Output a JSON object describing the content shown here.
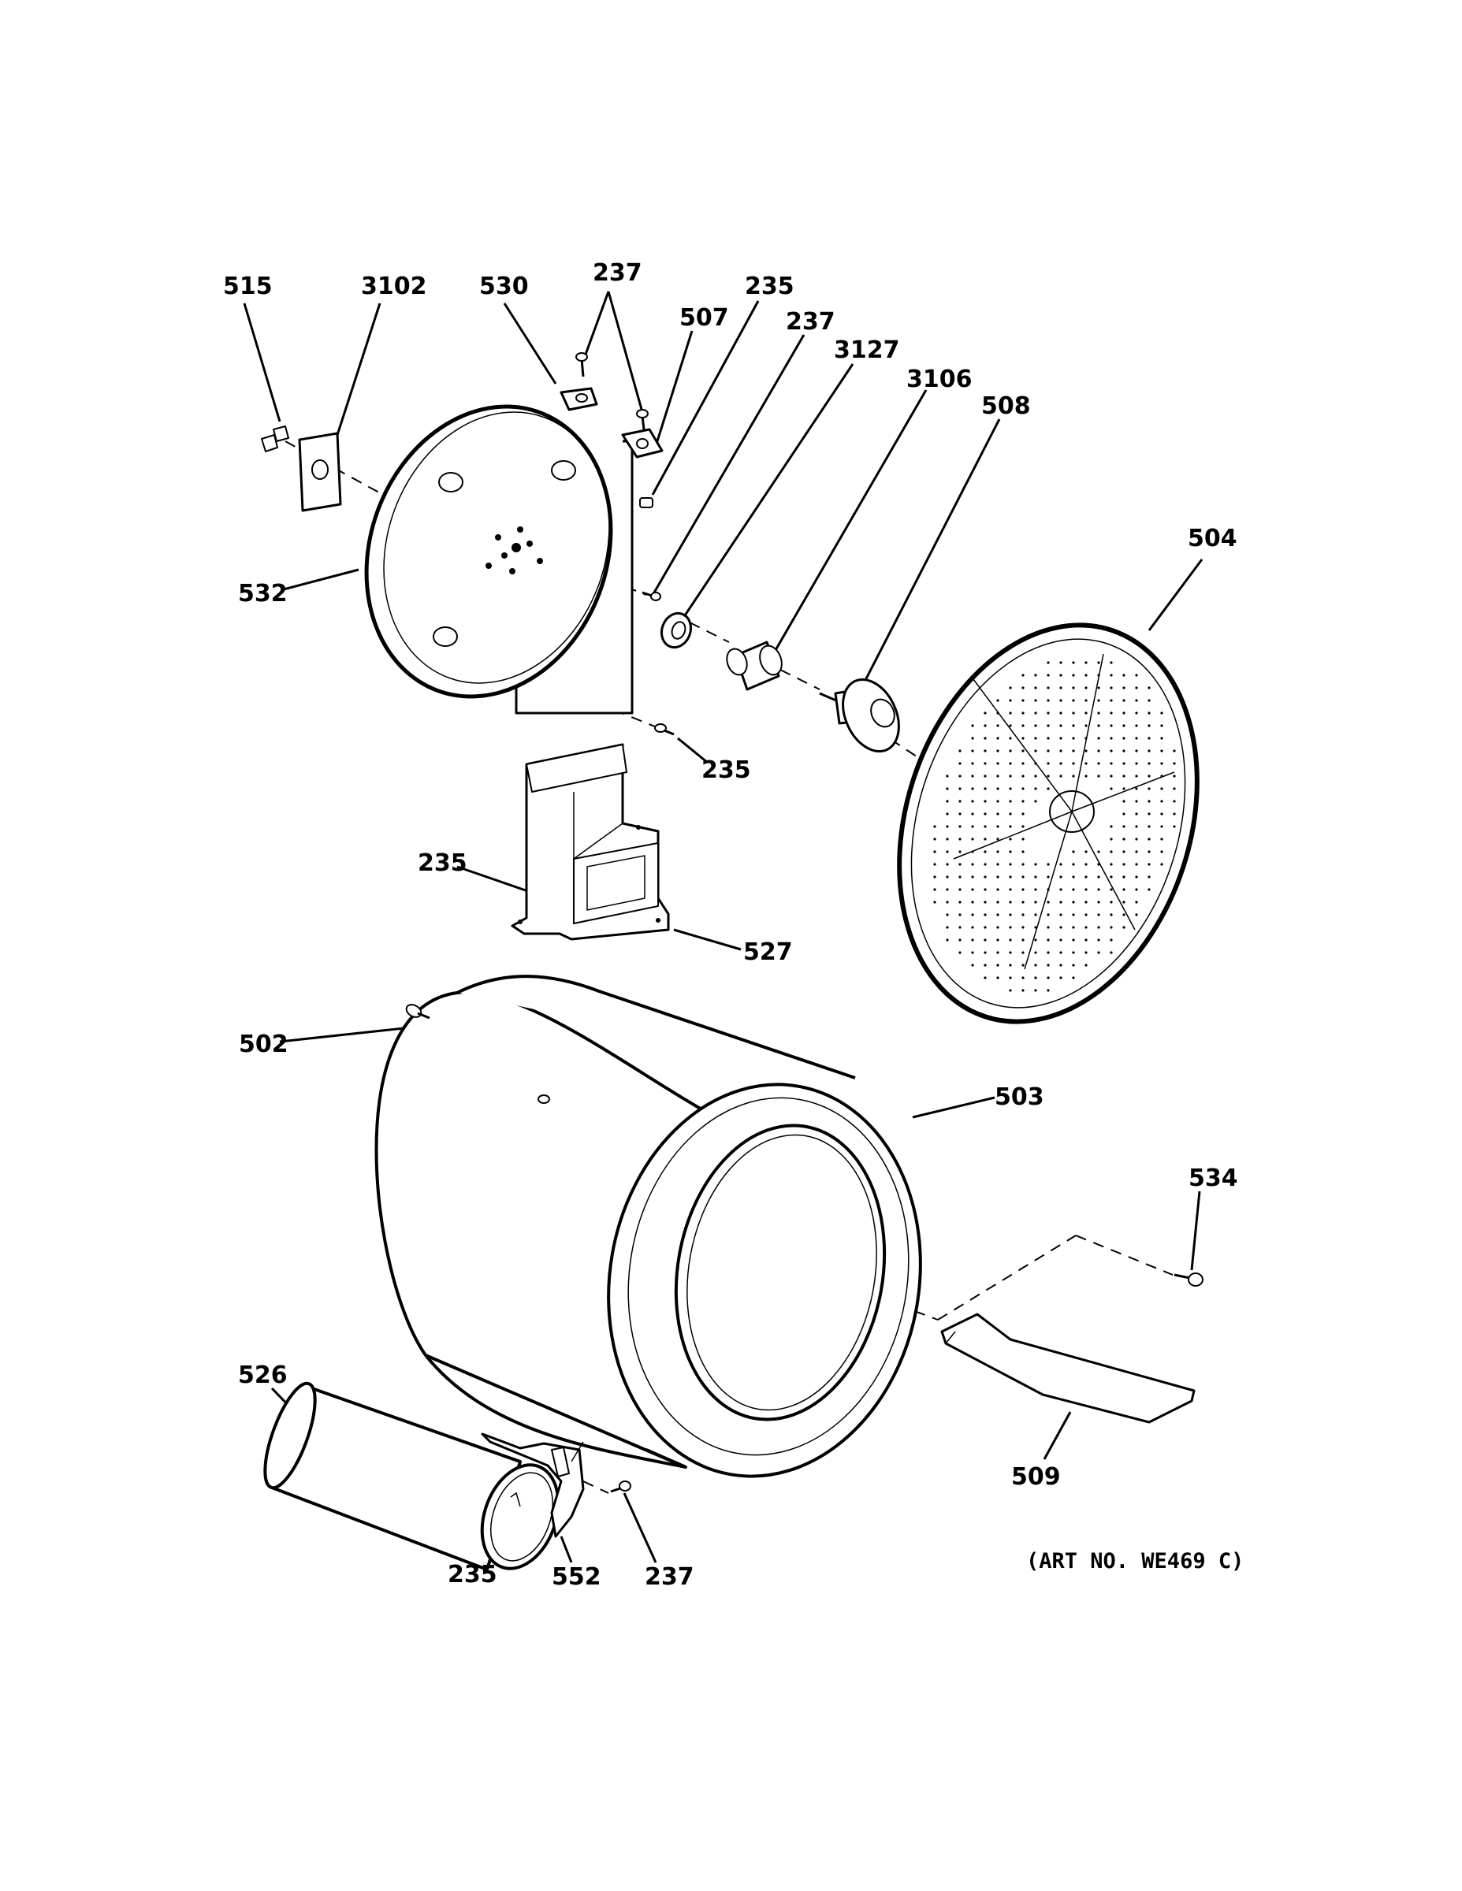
{
  "title": "",
  "art_number": "(ART NO. WE469 C)",
  "callouts": {
    "c515": "515",
    "c3102": "3102",
    "c530": "530",
    "c237a": "237",
    "c507": "507",
    "c235a": "235",
    "c237b": "237",
    "c3127": "3127",
    "c3106": "3106",
    "c508": "508",
    "c504": "504",
    "c532": "532",
    "c235b": "235",
    "c235c": "235",
    "c527": "527",
    "c502": "502",
    "c503": "503",
    "c534": "534",
    "c526": "526",
    "c509": "509",
    "c235d": "235",
    "c552": "552",
    "c237c": "237"
  }
}
